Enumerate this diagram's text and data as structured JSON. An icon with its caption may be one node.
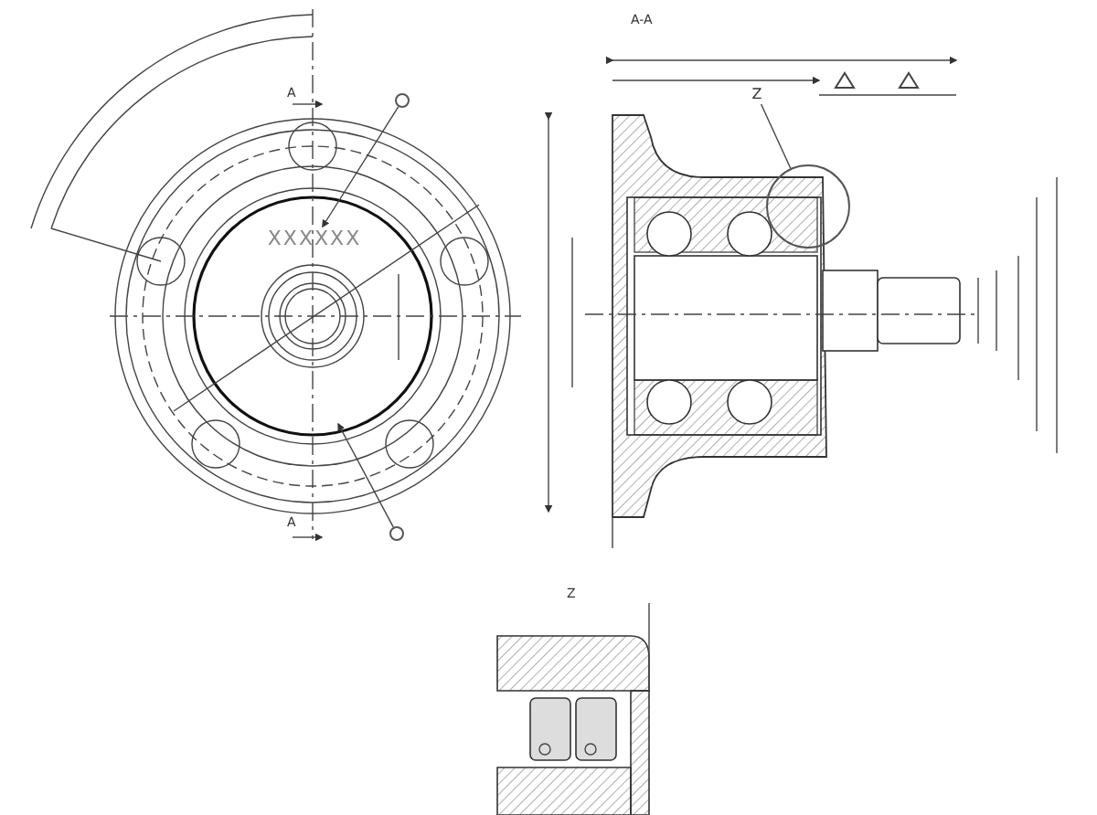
{
  "diagram": {
    "nodes": [
      {
        "text": [
          "Z"
        ]
      },
      {
        "text": [],
        "shape": "circle"
      },
      {
        "text": [],
        "shape": "circle"
      },
      {
        "text": [
          "XXXXXX"
        ]
      },
      {
        "text": [],
        "shape": "circle"
      }
    ],
    "edges": [
      {
        "from": 0,
        "to": 1,
        "arrow": "none"
      },
      {
        "from": 2,
        "to": 3,
        "arrow": "to"
      },
      {
        "from": 4,
        "to": null,
        "arrow": "to"
      }
    ],
    "labels": [
      "A-A",
      "A",
      "A",
      "Z"
    ]
  }
}
